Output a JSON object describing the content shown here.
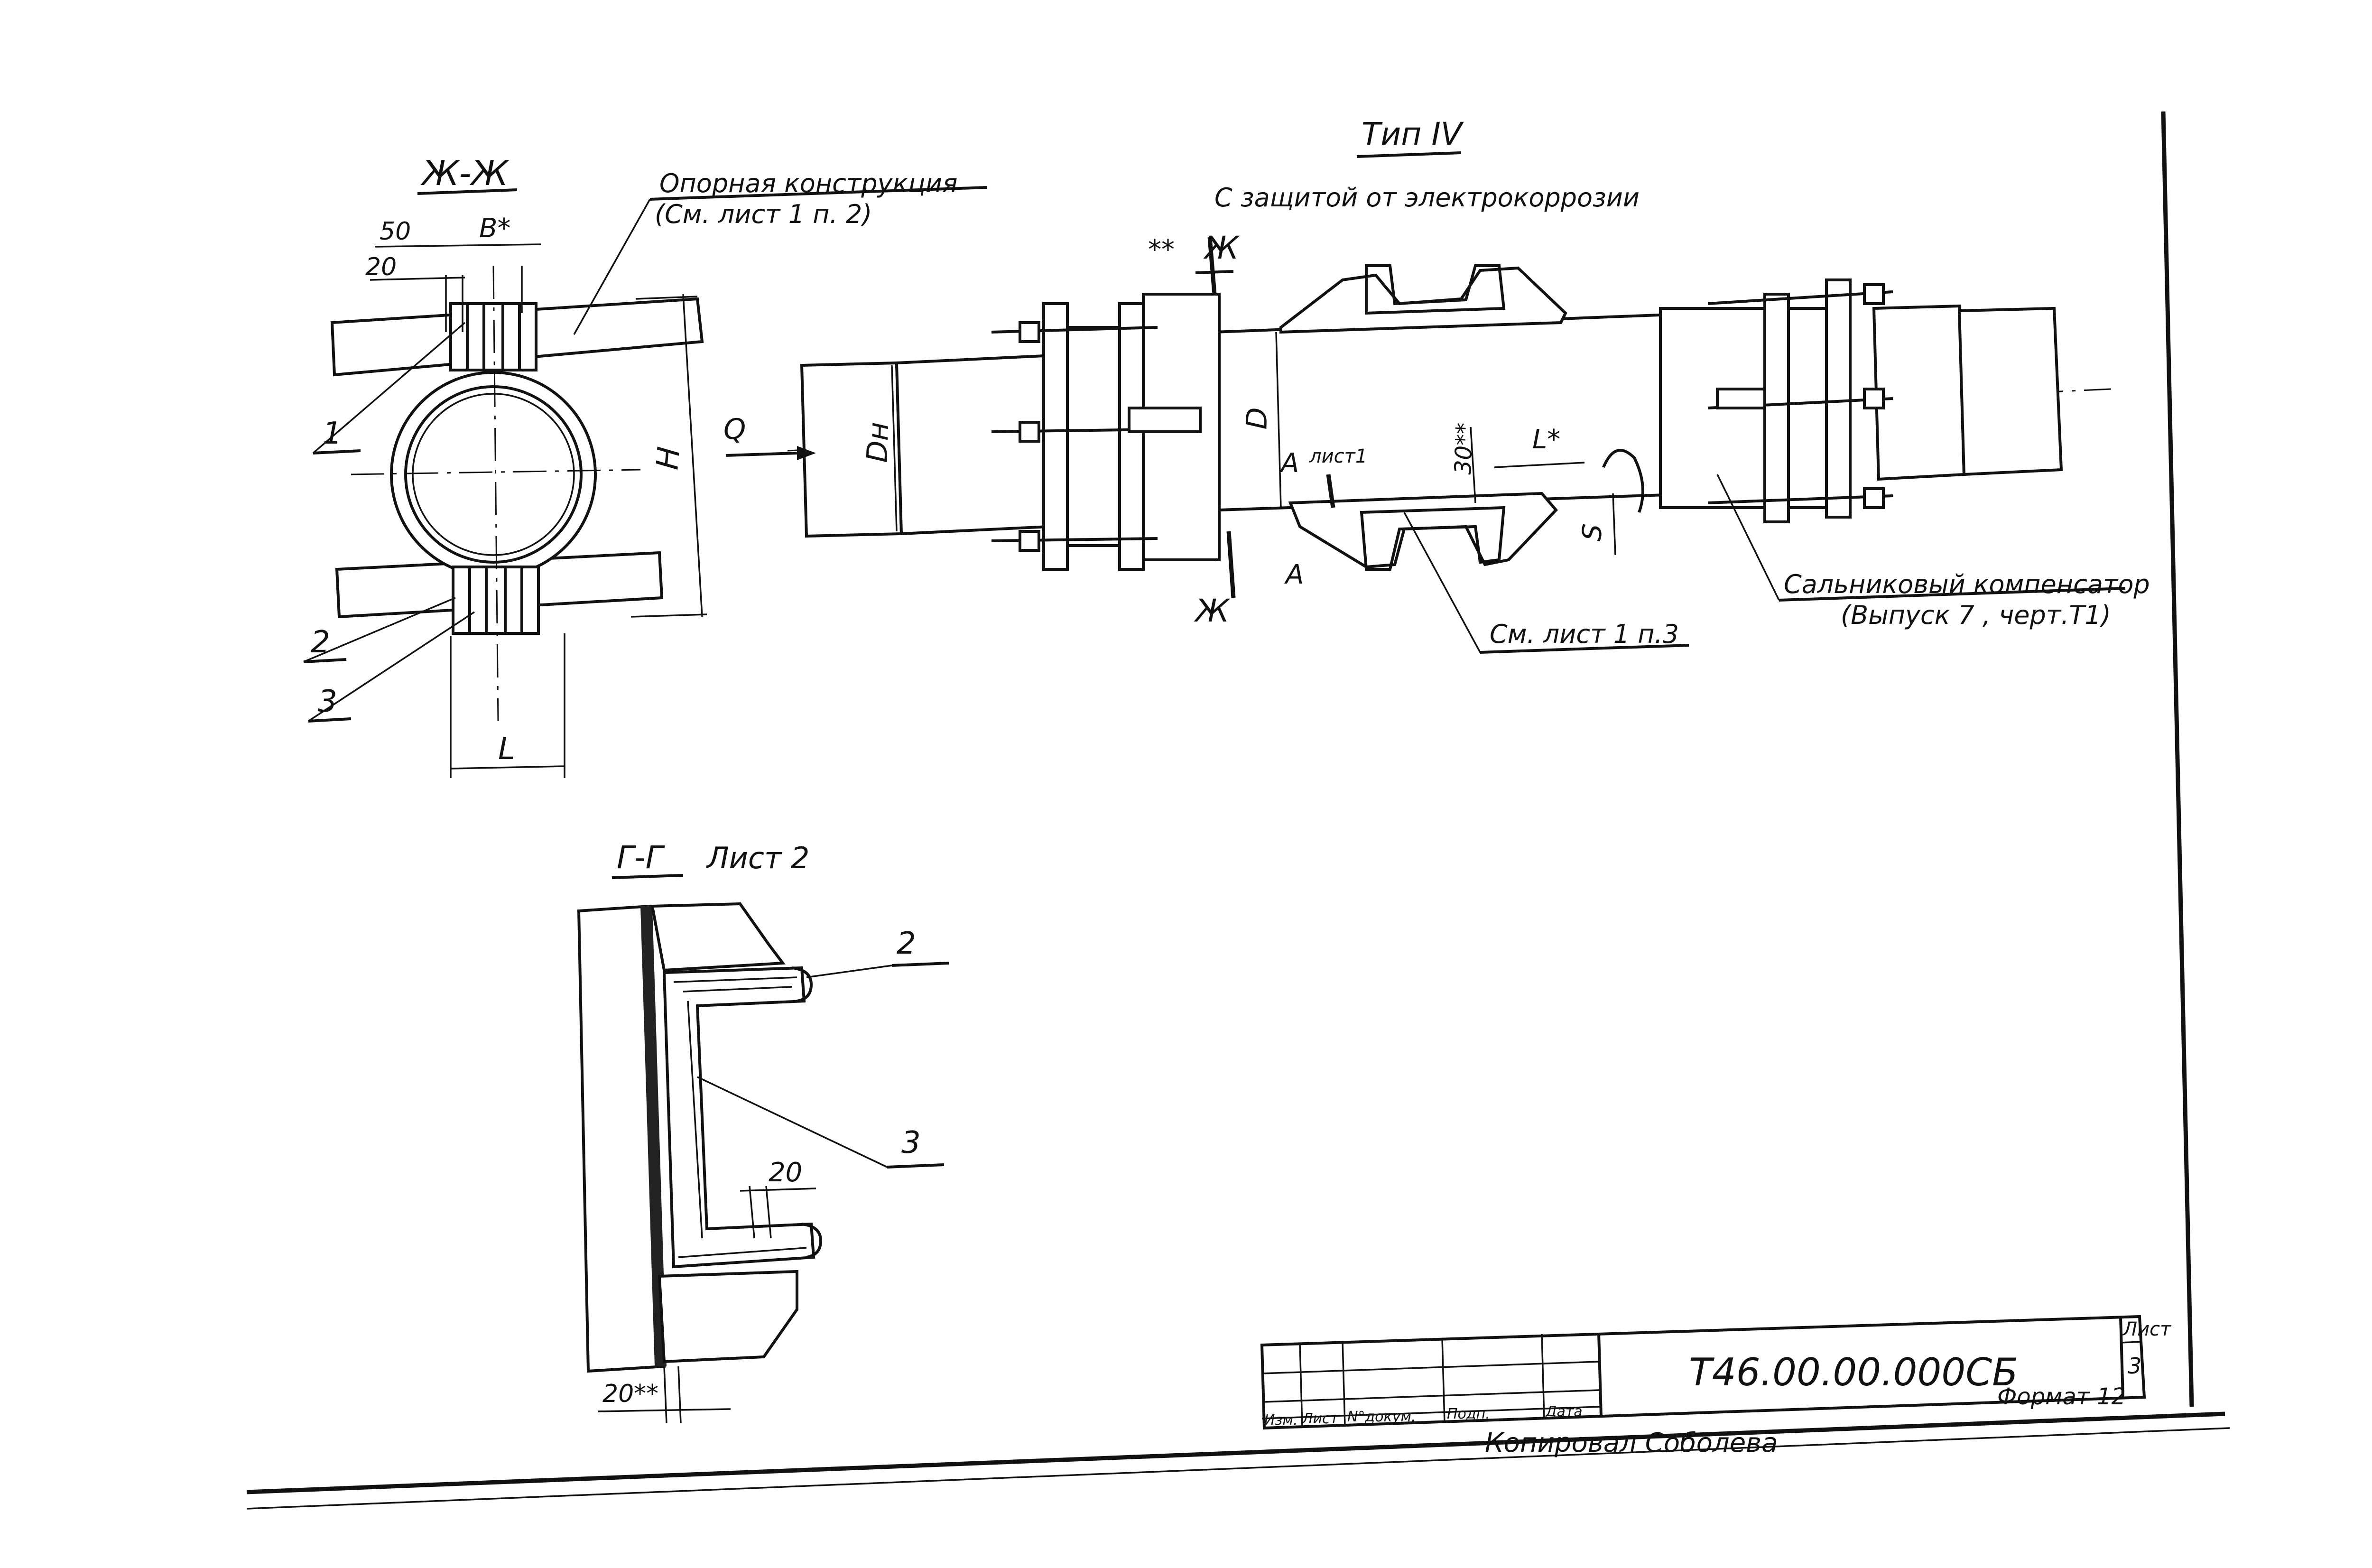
{
  "labels": {
    "section_zh": "Ж-Ж",
    "support_construction": "Опорная конструкция",
    "support_ref": "(См. лист 1 п. 2)",
    "dim_50": "50",
    "dim_20_top": "20",
    "dim_B": "В*",
    "dim_H": "Н",
    "dim_L_left": "L",
    "pos_1": "1",
    "pos_2_left": "2",
    "pos_3_left": "3",
    "type_title": "Тип IV",
    "type_subtitle": "С защитой от электрокоррозии",
    "double_star": "**",
    "mark_zh_top": "Ж",
    "mark_zh_bottom": "Ж",
    "flow_Q": "Q",
    "dim_Dn": "Dн",
    "dim_D": "D",
    "mark_A_top": "А",
    "sheet1_ref_short": "лист1",
    "mark_A_bottom": "А",
    "dim_30": "30**",
    "dim_Lstar": "L*",
    "dim_S": "S",
    "see_sheet1_p3": "См. лист 1 п.3",
    "gland_comp": "Сальниковый компенсатор",
    "gland_ref": "(Выпуск 7 , черт.Т1)",
    "section_gg": "Г-Г",
    "section_gg_sheet": "Лист 2",
    "pos_2_right": "2",
    "pos_3_right": "3",
    "dim_20_gg": "20",
    "dim_20_bottom": "20**"
  },
  "title_block": {
    "designation": "Т46.00.00.000СБ",
    "sheet_label": "Лист",
    "sheet_number": "3",
    "columns": [
      "Изм.",
      "Лист",
      "N°докум.",
      "Подп.",
      "Дата"
    ],
    "copied_by": "Копировал Соболева",
    "format": "Формат 12"
  }
}
